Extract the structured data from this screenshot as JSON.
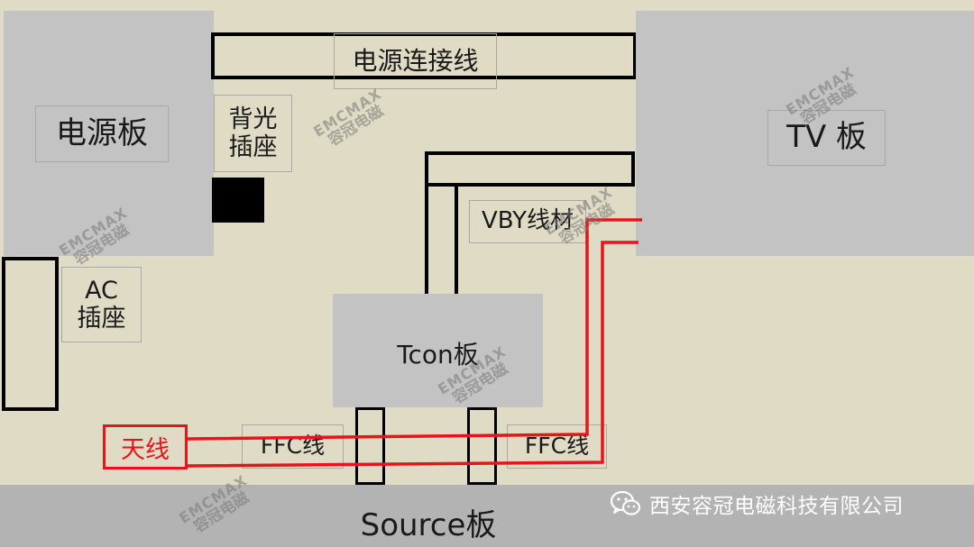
{
  "labels": {
    "power_board": "电源板",
    "power_cable": "电源连接线",
    "backlight_socket_line1": "背光",
    "backlight_socket_line2": "插座",
    "tv_board": "TV 板",
    "vby_cable": "VBY线材",
    "ac_socket_line1": "AC",
    "ac_socket_line2": "插座",
    "tcon_board": "Tcon板",
    "antenna": "天线",
    "ffc_left": "FFC线",
    "ffc_right": "FFC线",
    "source_board": "Source板"
  },
  "watermark": {
    "en": "EMCMAX",
    "cn": "容冠电磁"
  },
  "brand": {
    "icon": "wechat-icon",
    "name": "西安容冠电磁科技有限公司"
  },
  "colors": {
    "background": "#dfdbc4",
    "board": "#c3c3c3",
    "antenna_trace": "#e8141c"
  }
}
